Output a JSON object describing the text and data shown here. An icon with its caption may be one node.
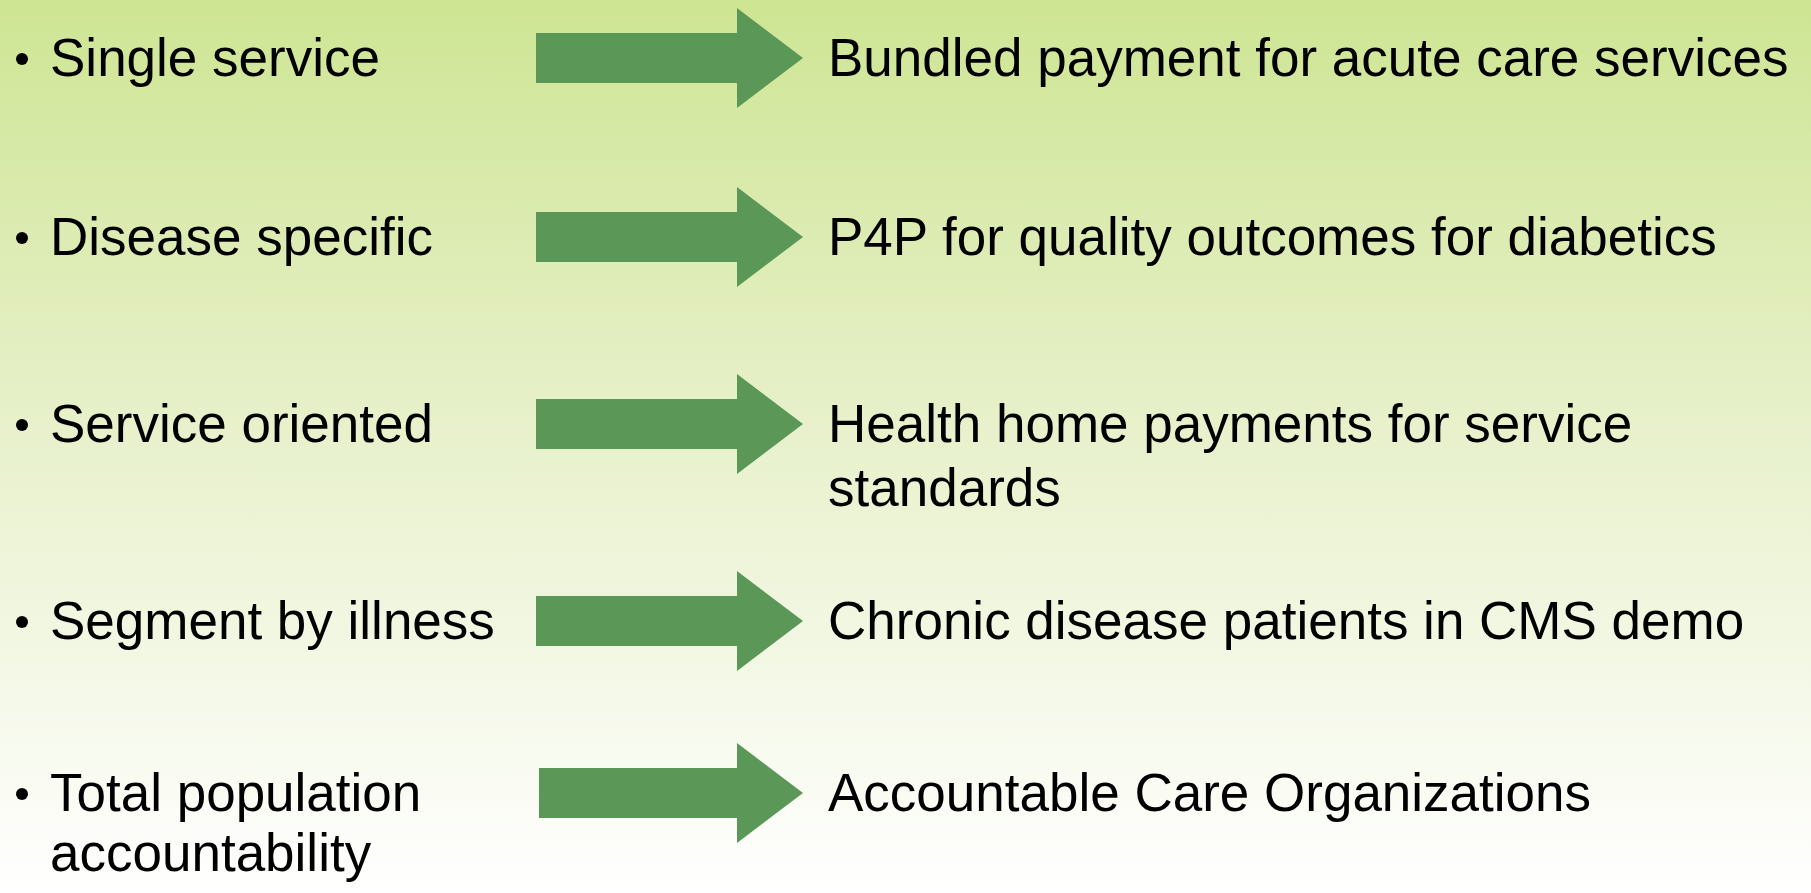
{
  "diagram": {
    "nodes": [
      {
        "text": [
          "Single service"
        ]
      },
      {
        "text": [
          "Bundled payment for acute care services"
        ]
      },
      {
        "text": [
          "Disease specific"
        ]
      },
      {
        "text": [
          "P4P for quality outcomes for diabetics"
        ]
      },
      {
        "text": [
          "Service oriented"
        ]
      },
      {
        "text": [
          "Health home payments for service standards"
        ]
      },
      {
        "text": [
          "Segment by illness"
        ]
      },
      {
        "text": [
          "Chronic disease patients in CMS demo"
        ]
      },
      {
        "text": [
          "Total population accountability"
        ]
      },
      {
        "text": [
          "Accountable Care Organizations"
        ]
      }
    ],
    "edges": [
      {
        "from": 0,
        "to": 1,
        "arrow": "to",
        "style": "thick"
      },
      {
        "from": 2,
        "to": 3,
        "arrow": "to",
        "style": "thick"
      },
      {
        "from": 4,
        "to": 5,
        "arrow": "to",
        "style": "thick"
      },
      {
        "from": 6,
        "to": 7,
        "arrow": "to",
        "style": "thick"
      },
      {
        "from": 8,
        "to": 9,
        "arrow": "to",
        "style": "thick"
      }
    ]
  }
}
